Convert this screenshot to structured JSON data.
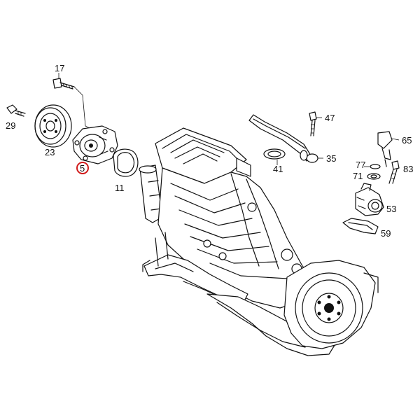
{
  "diagram": {
    "highlighted_part": "5",
    "highlight_color": "#d11a1a",
    "line_color": "#111111",
    "background": "#ffffff",
    "part_numbers": {
      "p17": "17",
      "p29": "29",
      "p23": "23",
      "p5": "5",
      "p11": "11",
      "p47": "47",
      "p35": "35",
      "p41": "41",
      "p65": "65",
      "p77": "77",
      "p71": "71",
      "p83": "83",
      "p53": "53",
      "p59": "59"
    }
  }
}
